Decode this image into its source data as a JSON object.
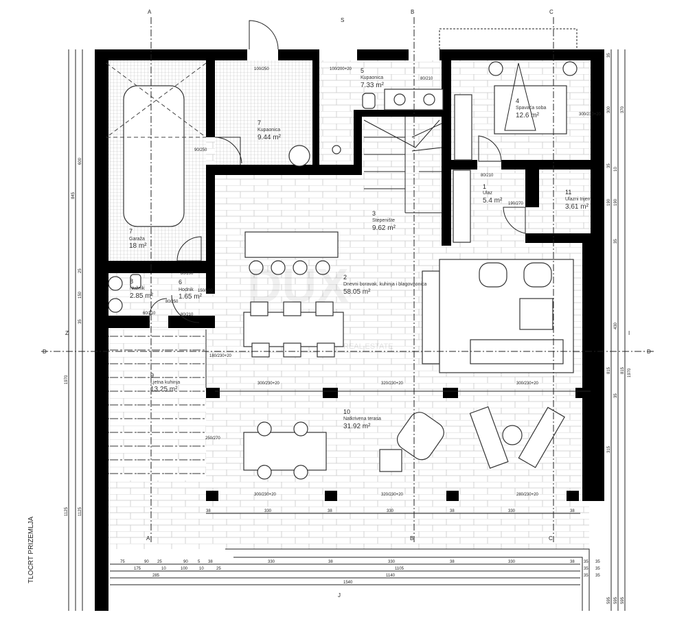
{
  "title": "TLOCRT PRIZEMLJA",
  "rooms": [
    {
      "num": "7",
      "name": "Garaža",
      "area": "18 m²"
    },
    {
      "num": "7",
      "name": "Kupaonica",
      "area": "9.44 m²"
    },
    {
      "num": "5",
      "name": "Kupaonica",
      "area": "7.33 m²"
    },
    {
      "num": "4",
      "name": "Spavaća soba",
      "area": "12.6 m²"
    },
    {
      "num": "1",
      "name": "Ulaz",
      "area": "5.4 m²"
    },
    {
      "num": "11",
      "name": "Ulazni trijem",
      "area": "3.61 m²"
    },
    {
      "num": "3",
      "name": "Stepenište",
      "area": "9.62 m²"
    },
    {
      "num": "2",
      "name": "Dnevni boravak, kuhinja i blagovaonica",
      "area": "58.05 m²"
    },
    {
      "num": "8",
      "name": "Nužnik",
      "area": "2.85 m²"
    },
    {
      "num": "6",
      "name": "Hodnik",
      "area": "1.65 m²"
    },
    {
      "num": "9",
      "name": "Ljetna kuhinja",
      "area": "13.25 m²"
    },
    {
      "num": "10",
      "name": "Natkrivena terasa",
      "area": "31.92 m²"
    }
  ],
  "axes": {
    "a": "A",
    "b": "B",
    "c": "C",
    "d": "D",
    "s": "S",
    "z": "Z",
    "j": "J",
    "i": "I"
  },
  "dims_bottom": {
    "row1": [
      "75",
      "90",
      "25",
      "90",
      "5",
      "38",
      "330",
      "38",
      "330",
      "38",
      "330",
      "38",
      "35",
      "35"
    ],
    "row2": [
      "175",
      "10",
      "100",
      "10",
      "25",
      "1105",
      "35",
      "35"
    ],
    "row3": [
      "285",
      "1140",
      "35",
      "35"
    ],
    "row4": [
      "1540"
    ],
    "terrace": [
      "38",
      "330",
      "38",
      "330",
      "38",
      "330",
      "38"
    ]
  },
  "dims_left": [
    "845",
    "600",
    "1970",
    "25",
    "150",
    "35",
    "1125",
    "1125"
  ],
  "dims_right": [
    "35",
    "300",
    "370",
    "35",
    "10",
    "190",
    "190",
    "35",
    "430",
    "815",
    "815",
    "1970",
    "35",
    "315",
    "595",
    "595",
    "595"
  ],
  "openings": [
    "90/250",
    "100/250",
    "100/200+20",
    "80/210",
    "80/210",
    "190/270",
    "300/230+20",
    "80/250",
    "150/200",
    "80/200",
    "80/210",
    "60/210",
    "180/230+20",
    "250/270",
    "300/230+20",
    "320/230+20",
    "300/230+20",
    "300/230+20",
    "320/230+20",
    "280/230+20"
  ],
  "watermark": {
    "logo": "DUX",
    "sub": "REAL ESTATE"
  }
}
